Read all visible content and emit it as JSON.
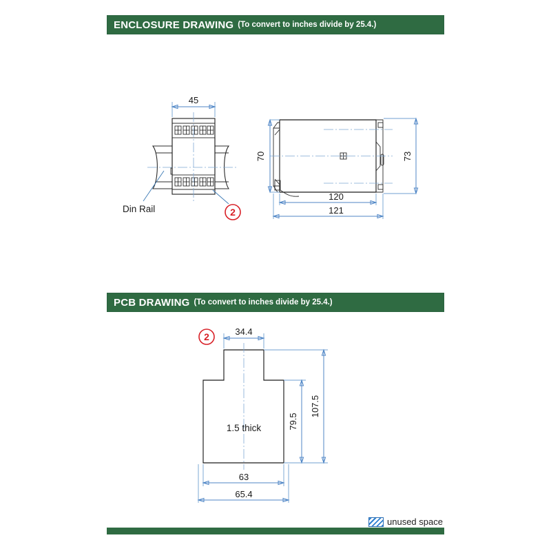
{
  "page": {
    "unit_note": "(To convert to inches divide by 25.4.)"
  },
  "sections": {
    "enclosure": {
      "title": "ENCLOSURE DRAWING",
      "note": "(To convert to inches divide by 25.4.)",
      "front_view": {
        "width_dim": "45",
        "din_rail_label": "Din Rail",
        "callout": "2"
      },
      "side_view": {
        "height_inner_dim": "70",
        "height_outer_dim": "73",
        "depth_inner_dim": "120",
        "depth_outer_dim": "121"
      }
    },
    "pcb": {
      "title": "PCB DRAWING",
      "note": "(To convert to inches divide by 25.4.)",
      "callout": "2",
      "top_width_dim": "34.4",
      "thickness_label": "1.5 thick",
      "right_inner_dim": "79.5",
      "right_outer_dim": "107.5",
      "bottom_inner_dim": "63",
      "bottom_outer_dim": "65.4"
    }
  },
  "legend": {
    "unused_space_label": "unused space",
    "swatch_color": "#2c7fd0"
  },
  "colors": {
    "header_green": "#2f6b42",
    "dimension_blue": "#4f86c6",
    "callout_red": "#d81f26",
    "outline_black": "#1a1a1a"
  }
}
